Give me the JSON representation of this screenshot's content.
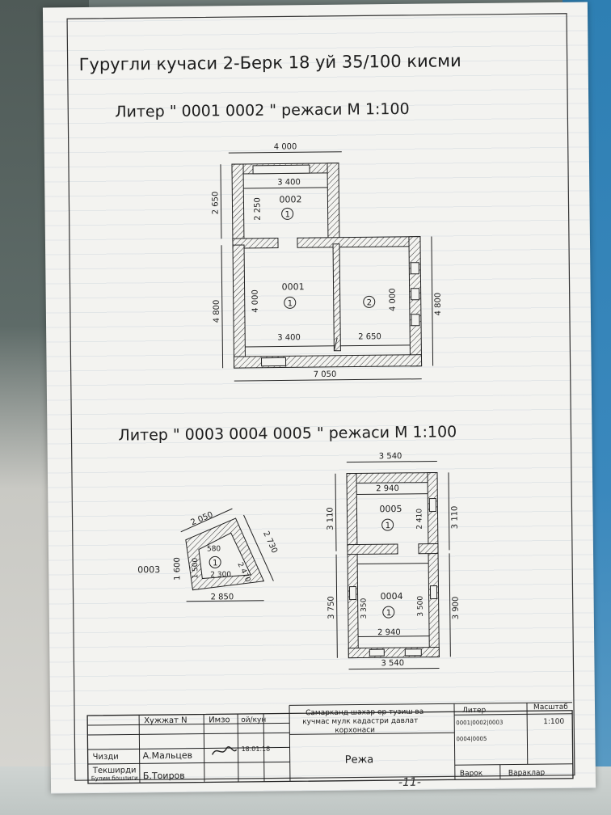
{
  "header": {
    "address": "Гуругли кучаси 2-Берк 18 уй 35/100 кисми",
    "liter1": "Литер \" 0001 0002 \" режаси М 1:100",
    "liter2": "Литер \" 0003 0004 0005 \" режаси М 1:100"
  },
  "plan1": {
    "dim_top": "4 000",
    "dim_left_upper": "2 650",
    "dim_left_lower": "4 800",
    "dim_right": "4 800",
    "dim_bottom": "7 050",
    "room_0002": {
      "id": "0002",
      "num": "1",
      "width": "3 400",
      "height": "2 250"
    },
    "room_0001": {
      "id": "0001",
      "num": "1",
      "width": "3 400",
      "height": "4 000"
    },
    "room_2": {
      "num": "2",
      "width": "2 650",
      "height": "4 000"
    }
  },
  "plan2": {
    "dim_top": "3 540",
    "dim_bottom": "3 540",
    "dim_left_upper": "3 110",
    "dim_left_lower": "3 750",
    "dim_right_upper": "3 110",
    "dim_right_lower": "3 900",
    "room_0005": {
      "id": "0005",
      "num": "1",
      "width": "2 940",
      "height": "2 410"
    },
    "room_0004": {
      "id": "0004",
      "num": "1",
      "width": "2 940",
      "height": "3 500",
      "inner_left": "3 350"
    }
  },
  "plan3": {
    "id": "0003",
    "num": "1",
    "dim_top": "2 050",
    "dim_right": "2 730",
    "dim_left": "1 600",
    "dim_bottom": "2 850",
    "inner_top": "580",
    "inner_left": "1 500",
    "inner_bottom": "2 300",
    "inner_right": "2 470"
  },
  "title_block": {
    "col_doc": "Хужжат N",
    "col_sign": "Имзо",
    "col_date": "ой/кун",
    "org": "Самарканд шахар ер тузиш ва кучмас мулк кадастри давлат корхонаси",
    "liter_label": "Литер",
    "scale_label": "Масштаб",
    "scale_value": "1:100",
    "liter_value_1": "0001|0002|0003",
    "liter_value_2": "0004|0005",
    "role_1": "Чизди",
    "name_1": "А.Мальцев",
    "date_1": "18.01.18",
    "role_2": "Текширди",
    "role_3": "Булим бошлиги",
    "name_3": "Б.Тоиров",
    "doc_title": "Режа",
    "sheet_label": "Варок",
    "sheets_label": "Вараклар"
  },
  "page_number": "-11-"
}
